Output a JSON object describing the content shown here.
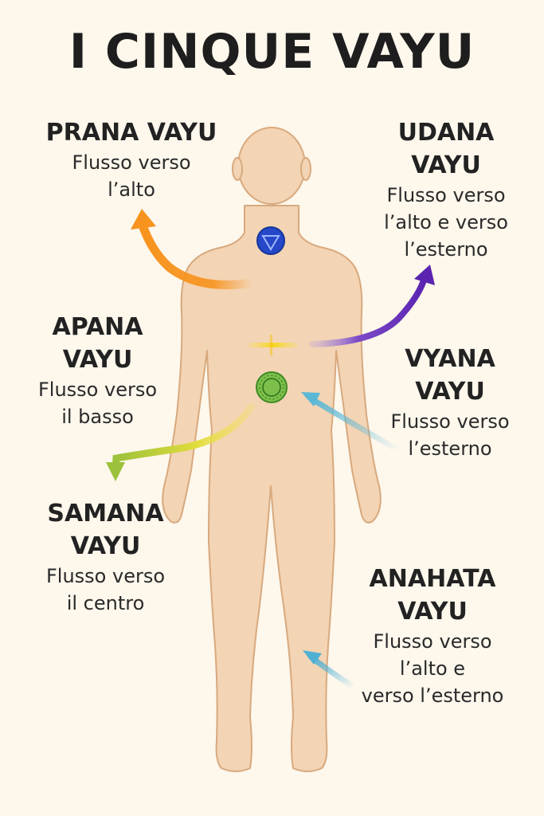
{
  "title": "I CINQUE VAYU",
  "colors": {
    "background": "#fdf7ec",
    "body_fill": "#f3d4b4",
    "body_stroke": "#d8a97e",
    "throat_chakra": "#2547c8",
    "navel_chakra": "#7cbf4a",
    "prana_arrow": "#f7931e",
    "udana_arrow": "#6a2fb8",
    "apana_arrow": "#9cc23b",
    "vyana_arrow": "#5bb8d6",
    "anahata_arrow": "#4fb0d4"
  },
  "icons": [
    "throat-chakra-icon",
    "navel-chakra-icon"
  ],
  "vayus": [
    {
      "id": "prana",
      "name_lines": [
        "PRANA VAYU"
      ],
      "desc_lines": [
        "Flusso verso",
        "l’alto"
      ]
    },
    {
      "id": "udana",
      "name_lines": [
        "UDANA",
        "VAYU"
      ],
      "desc_lines": [
        "Flusso verso",
        "l’alto e verso",
        "l’esterno"
      ]
    },
    {
      "id": "apana",
      "name_lines": [
        "APANA",
        "VAYU"
      ],
      "desc_lines": [
        "Flusso verso",
        "il basso"
      ]
    },
    {
      "id": "vyana",
      "name_lines": [
        "VYANA",
        "VAYU"
      ],
      "desc_lines": [
        "Flusso verso",
        "l’esterno"
      ]
    },
    {
      "id": "samana",
      "name_lines": [
        "SAMANA",
        "VAYU"
      ],
      "desc_lines": [
        "Flusso verso",
        "il centro"
      ]
    },
    {
      "id": "anahata",
      "name_lines": [
        "ANAHATA",
        "VAYU"
      ],
      "desc_lines": [
        "Flusso verso",
        "l’alto e",
        "verso l’esterno"
      ]
    }
  ]
}
